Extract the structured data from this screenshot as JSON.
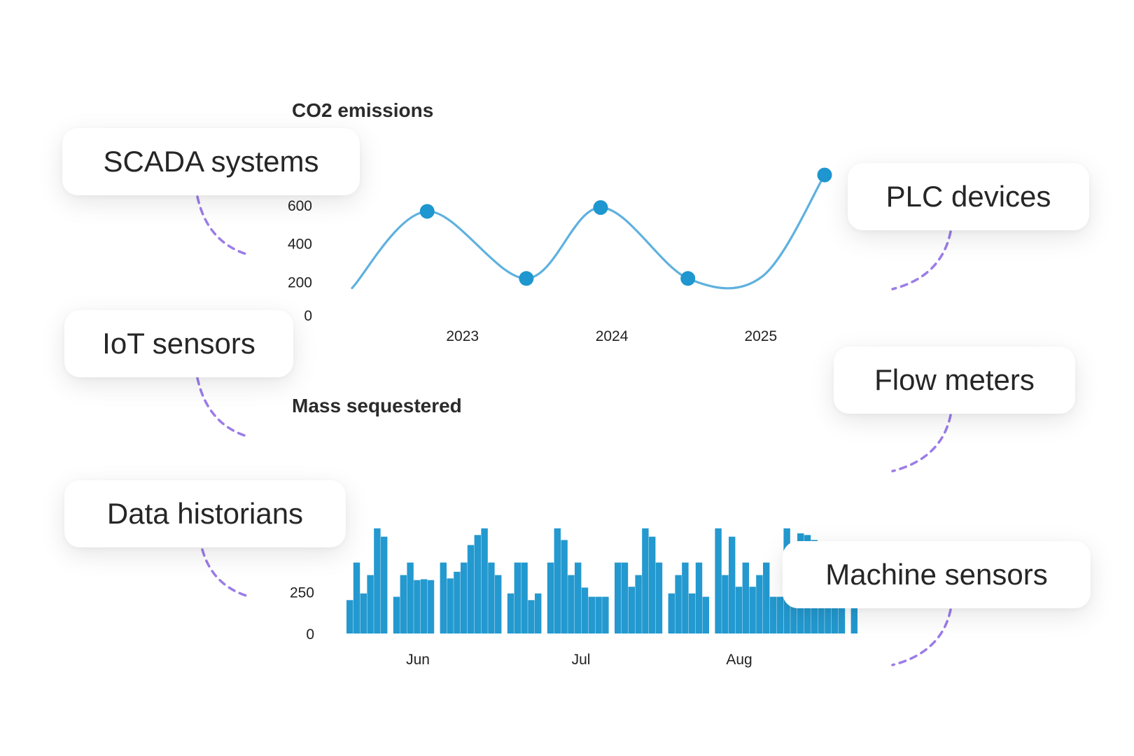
{
  "sources": {
    "scada": "SCADA systems",
    "iot": "IoT sensors",
    "historians": "Data historians",
    "plc": "PLC devices",
    "flow": "Flow meters",
    "machine": "Machine sensors"
  },
  "colors": {
    "line": "#5eb1df",
    "marker": "#1e96cf",
    "bar": "#2399cf",
    "connector": "#9b7ce8"
  },
  "chart_data": [
    {
      "type": "line",
      "title": "CO2 emissions",
      "y_ticks": [
        "0",
        "200",
        "400",
        "600"
      ],
      "x_ticks": [
        "2023",
        "2024",
        "2025"
      ],
      "ylim": [
        0,
        800
      ],
      "series": [
        {
          "x": [
            "2022-07",
            "2023-01",
            "2023-09",
            "2024-03",
            "2024-10",
            "2025-04",
            "2025-09"
          ],
          "values": [
            170,
            570,
            220,
            590,
            220,
            230,
            760
          ],
          "markers": [
            false,
            true,
            true,
            true,
            true,
            false,
            true
          ]
        }
      ]
    },
    {
      "type": "bar",
      "title": "Mass sequestered",
      "y_ticks": [
        "0",
        "250"
      ],
      "x_ticks": [
        "Jun",
        "Jul",
        "Aug"
      ],
      "ylim": [
        0,
        650
      ],
      "bar_groups": [
        [
          200,
          425,
          240,
          350,
          630,
          580
        ],
        [
          220,
          350,
          425,
          320,
          325,
          320
        ],
        [
          425,
          330,
          370,
          425,
          530,
          590,
          630,
          425,
          350
        ],
        [
          240,
          425,
          425,
          200,
          240
        ],
        [
          425,
          630,
          560,
          350,
          425,
          275,
          220,
          220,
          220
        ],
        [
          425,
          425,
          280,
          350,
          630,
          580,
          425
        ],
        [
          240,
          350,
          425,
          240,
          425,
          220
        ],
        [
          630,
          350,
          580,
          280,
          425,
          280,
          350,
          425,
          220,
          220,
          630,
          425,
          600,
          590,
          560,
          530,
          500,
          450,
          430
        ],
        [
          250
        ]
      ]
    }
  ]
}
